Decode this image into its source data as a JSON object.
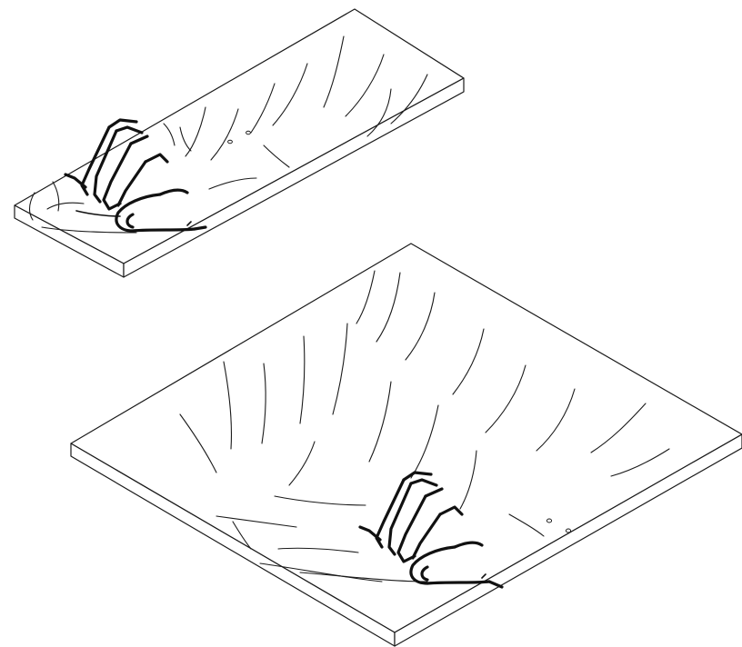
{
  "figure": {
    "panels": [
      {
        "id": "narrow-board",
        "hand_action": "pinch-and-drag",
        "holes": 2
      },
      {
        "id": "wide-board",
        "hand_action": "pinch-and-drag",
        "holes": 2
      }
    ],
    "colors": {
      "line": "#1a1a1a",
      "fill": "#ffffff",
      "background": "#ffffff"
    }
  }
}
